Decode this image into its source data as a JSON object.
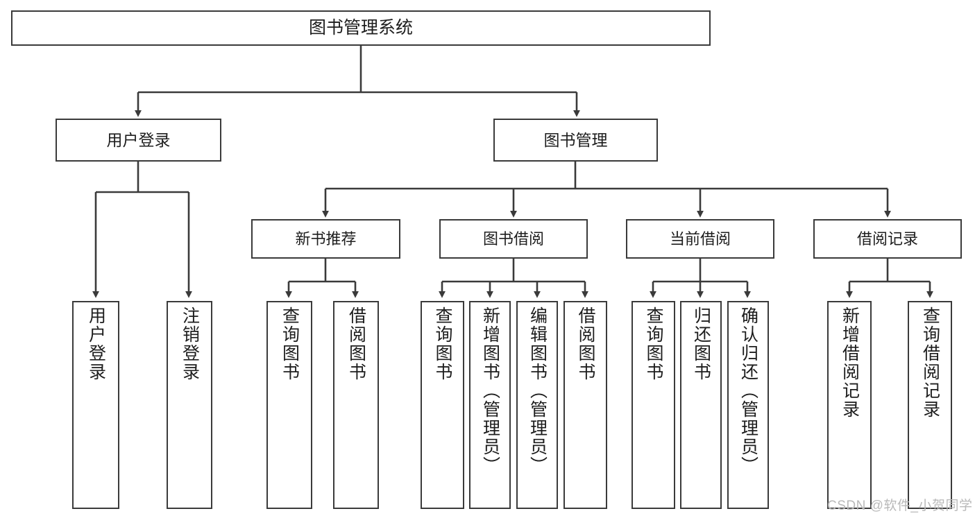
{
  "diagram": {
    "title": "图书管理系统",
    "watermark": "CSDN @软件_小贺同学",
    "colors": {
      "background": "#ffffff",
      "box_border": "#3a3a3a",
      "connector": "#3a3a3a",
      "text": "#1d1d1d",
      "watermark": "#b9b9b9"
    },
    "root": {
      "label": "图书管理系统"
    },
    "level1": [
      {
        "label": "用户登录"
      },
      {
        "label": "图书管理"
      }
    ],
    "level2": [
      {
        "label": "新书推荐"
      },
      {
        "label": "图书借阅"
      },
      {
        "label": "当前借阅"
      },
      {
        "label": "借阅记录"
      }
    ],
    "leaves": {
      "user_login": [
        {
          "label": "用户登录"
        },
        {
          "label": "注销登录"
        }
      ],
      "new_book_recommend": [
        {
          "label": "查询图书"
        },
        {
          "label": "借阅图书"
        }
      ],
      "book_borrow": [
        {
          "label": "查询图书"
        },
        {
          "label": "新增图书（管理员）"
        },
        {
          "label": "编辑图书（管理员）"
        },
        {
          "label": "借阅图书"
        }
      ],
      "current_borrow": [
        {
          "label": "查询图书"
        },
        {
          "label": "归还图书"
        },
        {
          "label": "确认归还（管理员）"
        }
      ],
      "borrow_record": [
        {
          "label": "新增借阅记录"
        },
        {
          "label": "查询借阅记录"
        }
      ]
    }
  }
}
